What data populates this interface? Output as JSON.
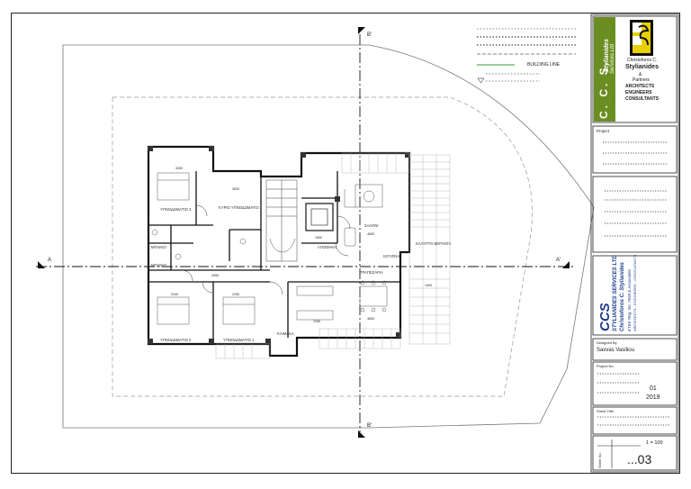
{
  "drawing": {
    "section_b_top": "B'",
    "section_b_bottom": "B'",
    "section_a_left": "A",
    "section_a_right": "A'",
    "legend_building_line": "BUILDING LINE",
    "rooms": {
      "bedroom3": "ΥΠΝΟΔΩΜΑΤΙΟ 3",
      "bedroom2": "ΥΠΝΟΔΩΜΑΤΙΟ 2",
      "bedroom1": "ΥΠΝΟΔΩΜΑΤΙΟ 1",
      "master_bedroom": "ΚΥΡΙΟ ΥΠΝΟΔΩΜΑΤΙΟ",
      "bath1": "ΜΠΑΝΙΟ",
      "bath2": "ΜΠΑΝΙΟ",
      "living": "ΣΑΛΟΝΙ",
      "dining": "ΤΡΑΠΕΖΑΡΙΑ",
      "kitchen": "ΚΟΥΖΙΝΑ",
      "veranda": "ΚΑΛΥΠΤΗ ΒΕΡΑΝΤΑ",
      "storage": "ΑΠΟΘΗΚΗ",
      "stair": "ΚΛΙΜΑΚΑ"
    },
    "dims": {
      "d1": "3300",
      "d2": "3000",
      "d3": "2050",
      "d4": "3100",
      "d5": "2150",
      "d6": "1900",
      "d7": "4600",
      "d8": "4600",
      "d9": "2150",
      "d10": "1400"
    }
  },
  "title_block": {
    "company_vertical": "C. C. S.",
    "company_name": "Stylianides",
    "company_sub": "Services Ltd",
    "logo_letters": "CCS",
    "person_line1": "Christoforos C.",
    "person_line2": "Stylianides",
    "person_amp": "&",
    "person_line3": "Partners",
    "role1": "ARCHITECTS",
    "role2": "ENGINEERS",
    "role3": "CONSULTANTS",
    "project_label": "Project",
    "stamp_line1": "CCS",
    "stamp_line2": "STYLIANIDES SERVICES LTD",
    "stamp_line3": "Christoforos C. Stylianides",
    "stamp_line4": "ETEK Reg. No. 7658 & Associates",
    "stamp_line5": "ARCHITECTS - ENGINEERS - CONSULTANTS",
    "designed_by_label": "Designed By",
    "designed_by_value": "Savvas Vasiliou",
    "project_no_label": "Project No",
    "project_no_value": "01",
    "project_year": "2019",
    "sheet_title_label": "Sheet Title",
    "scale": "1 = 100",
    "sheet_label": "Sheet No.",
    "sheet_number": "...03"
  }
}
